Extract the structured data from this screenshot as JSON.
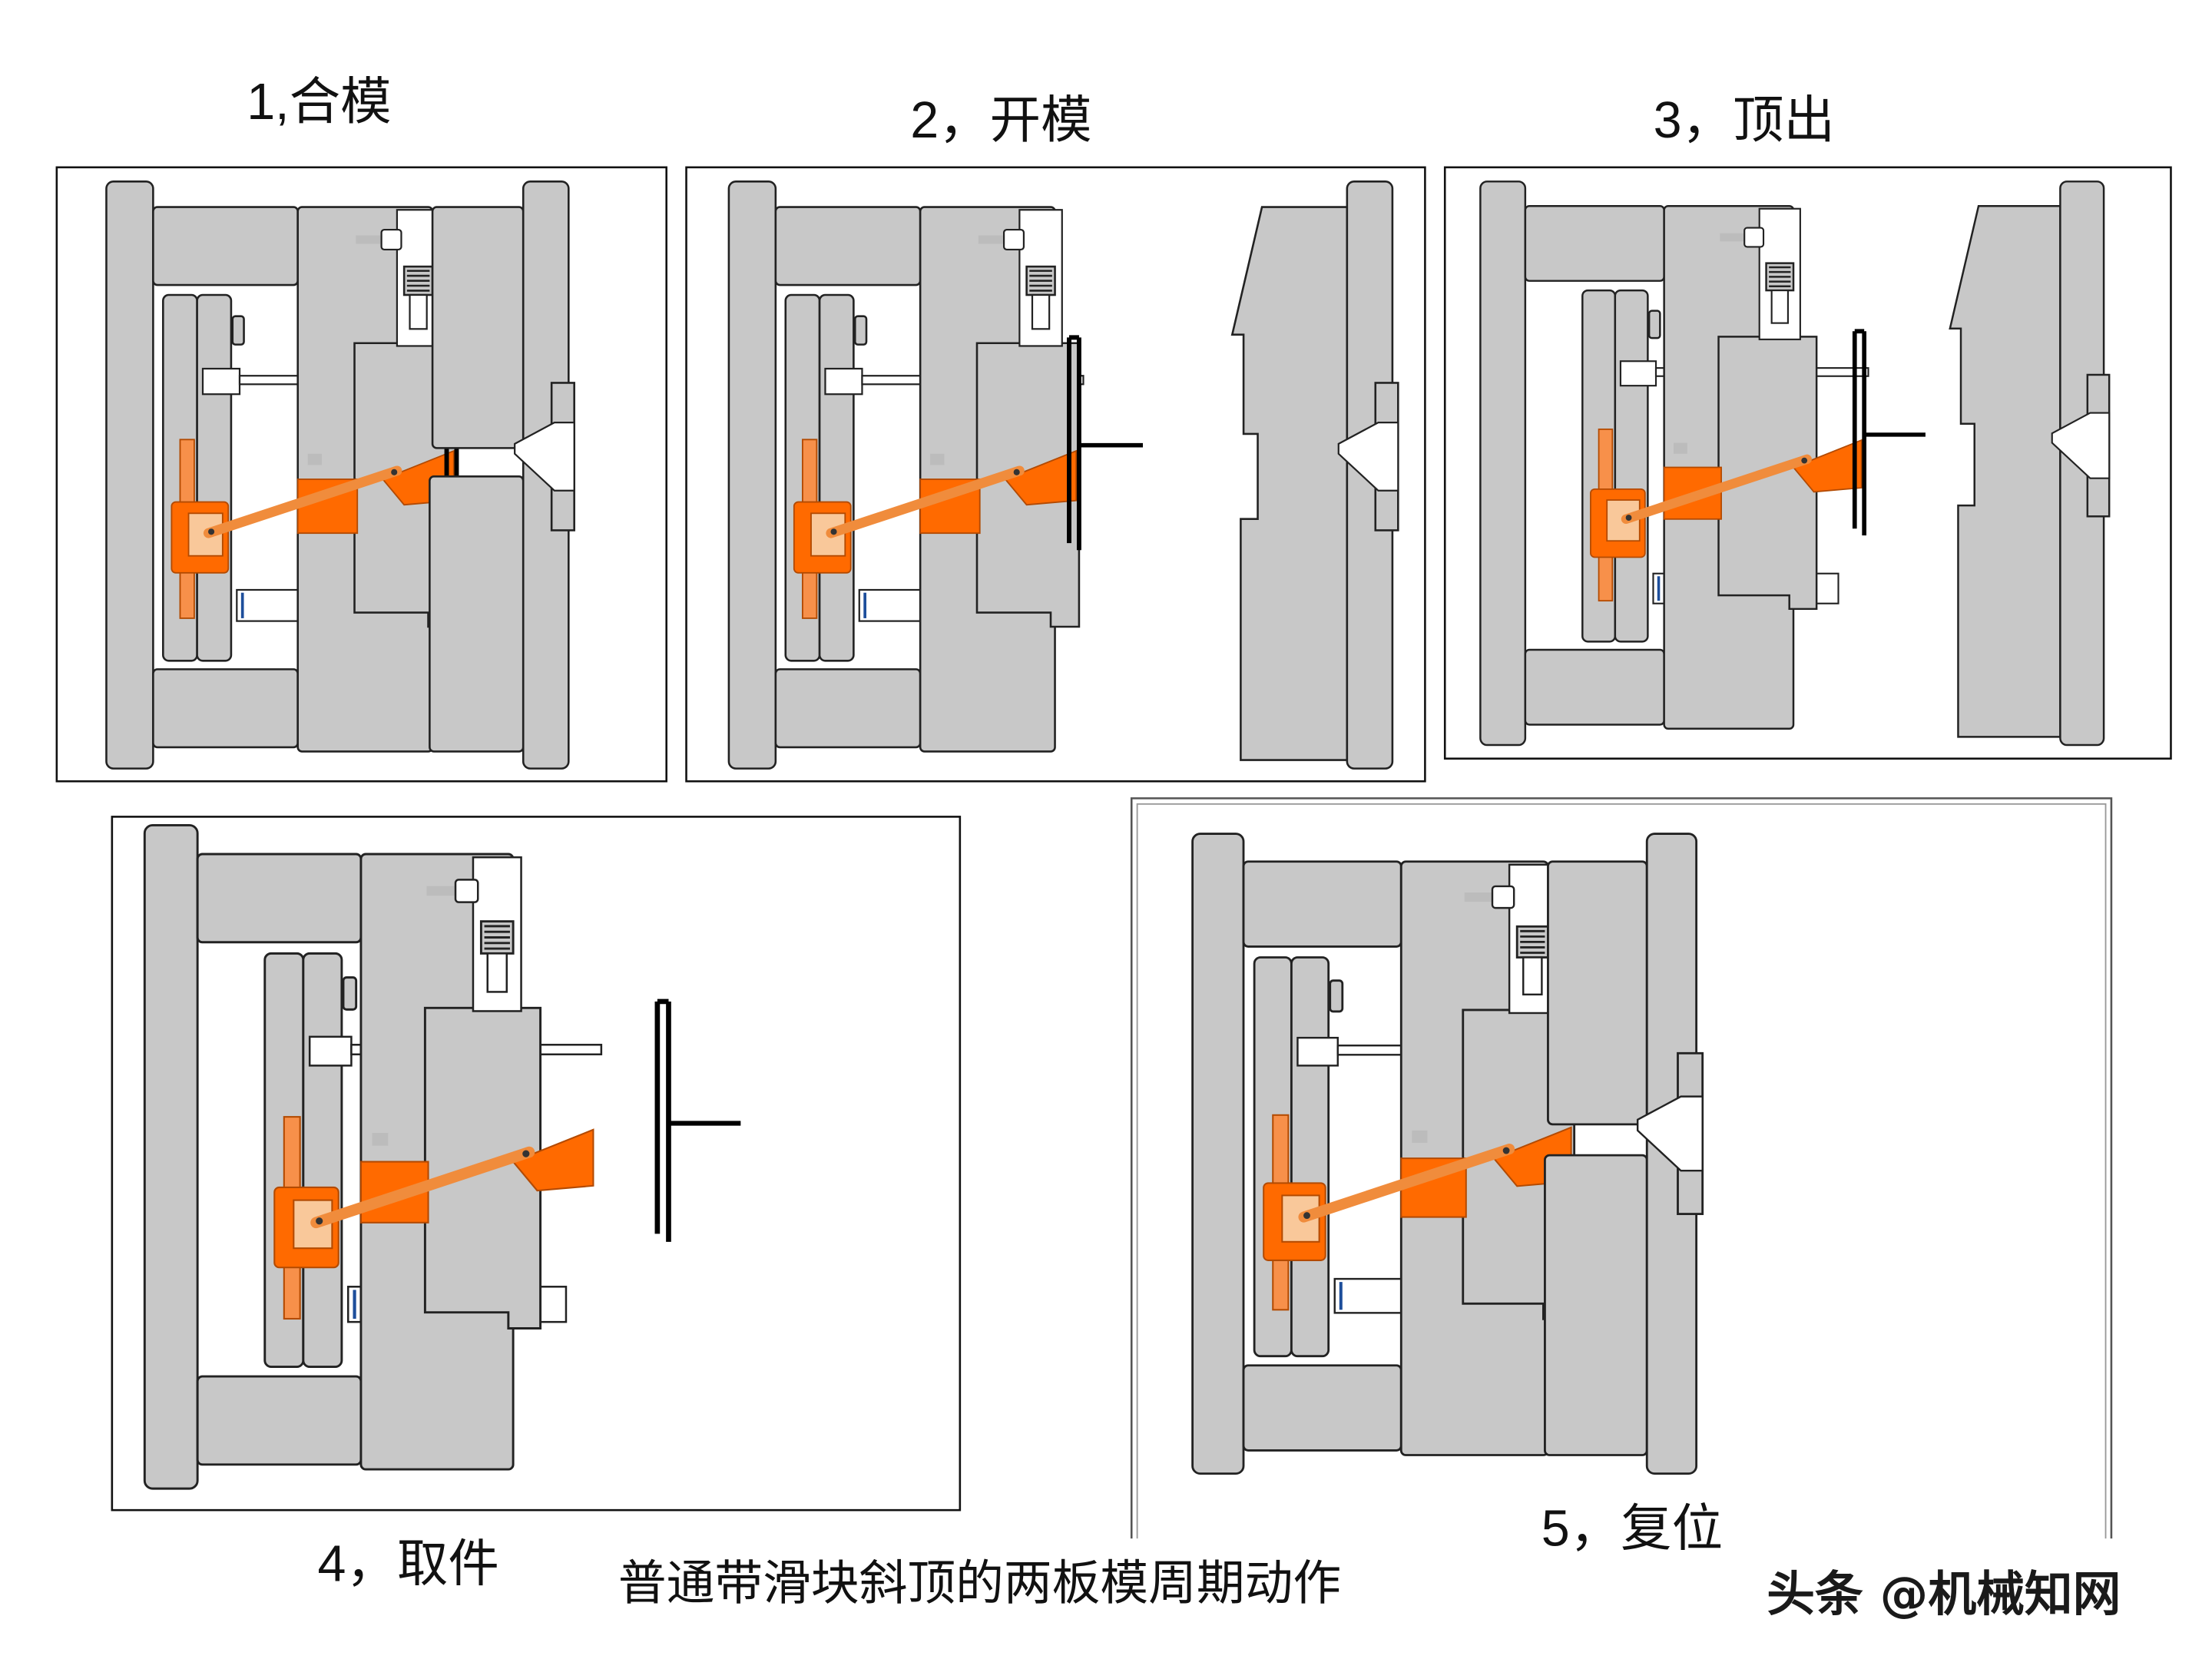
{
  "figure": {
    "caption": "普通带滑块斜顶的两板模周期动作",
    "watermark": "头条 @机械知网",
    "colors": {
      "plate": "#c8c8c8",
      "slider_orange": "#ff6a00",
      "lifter_orange": "#f7904a",
      "lifter_pale": "#f9c89a",
      "part_outline": "#000000",
      "background": "#ffffff"
    }
  },
  "panels": [
    {
      "id": "p1",
      "title": "1,合模",
      "state": "closed"
    },
    {
      "id": "p2",
      "title": "2，开模",
      "state": "opened"
    },
    {
      "id": "p3",
      "title": "3，顶出",
      "state": "ejected"
    },
    {
      "id": "p4",
      "title": "4，取件",
      "state": "part-removed"
    },
    {
      "id": "p5",
      "title": "5，复位",
      "state": "reset"
    }
  ]
}
